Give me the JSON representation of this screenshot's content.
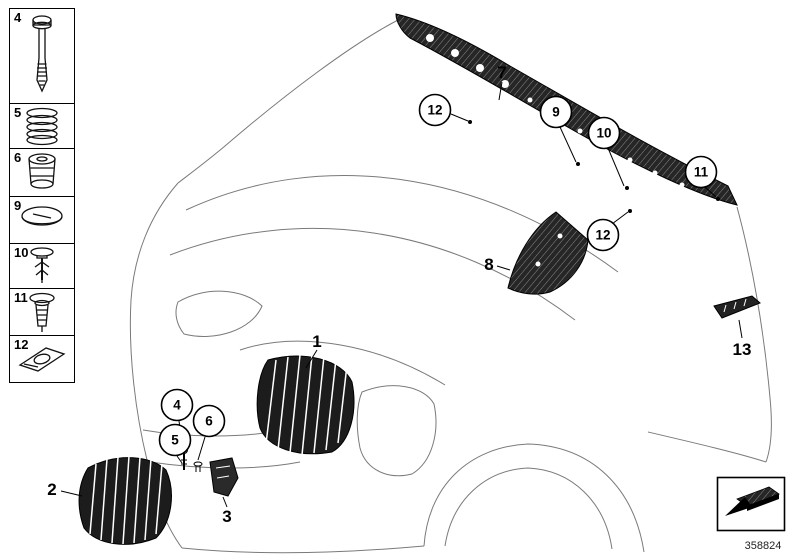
{
  "diagram": {
    "kind": "exploded-parts-diagram"
  },
  "colors": {
    "background": "#ffffff",
    "ink": "#000000",
    "part_fill": "#262626",
    "car_outline": "#7a7a7a"
  },
  "legend": {
    "items": [
      {
        "number": "4",
        "icon": "bolt-icon"
      },
      {
        "number": "5",
        "icon": "spring-icon"
      },
      {
        "number": "6",
        "icon": "grommet-icon"
      },
      {
        "number": "9",
        "icon": "cap-icon"
      },
      {
        "number": "10",
        "icon": "rivet-icon"
      },
      {
        "number": "11",
        "icon": "expansion-rivet-icon"
      },
      {
        "number": "12",
        "icon": "clip-nut-icon"
      }
    ]
  },
  "callouts": {
    "circled": [
      {
        "label": "12"
      },
      {
        "label": "9"
      },
      {
        "label": "10"
      },
      {
        "label": "11"
      },
      {
        "label": "12"
      },
      {
        "label": "4"
      },
      {
        "label": "5"
      },
      {
        "label": "6"
      }
    ],
    "plain": [
      {
        "label": "7"
      },
      {
        "label": "8"
      },
      {
        "label": "1"
      },
      {
        "label": "2"
      },
      {
        "label": "3"
      },
      {
        "label": "13"
      }
    ]
  },
  "footer": {
    "diagram_number": "358824",
    "icon": "direction-arrow-icon"
  }
}
